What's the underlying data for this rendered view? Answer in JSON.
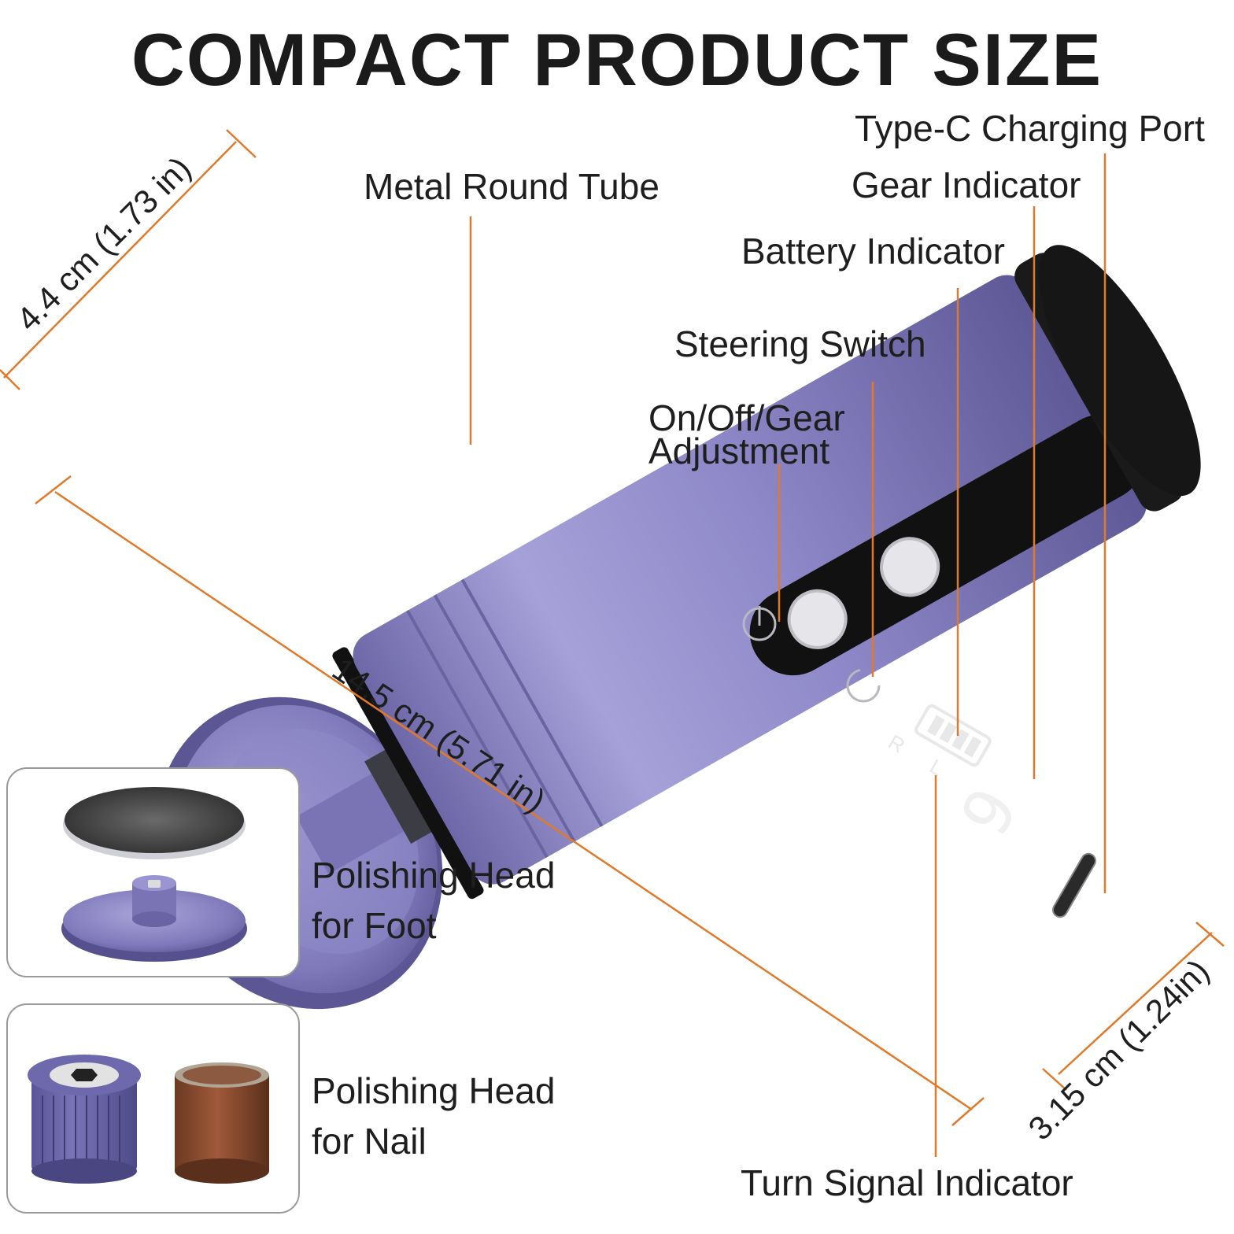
{
  "headline": "COMPACT PRODUCT SIZE",
  "callouts": {
    "metal_tube": "Metal Round Tube",
    "type_c_port": "Type-C Charging Port",
    "gear_indicator": "Gear Indicator",
    "battery_indicator": "Battery Indicator",
    "steering_switch": "Steering Switch",
    "power_line1": "On/Off/Gear",
    "power_line2": "Adjustment",
    "turn_signal": "Turn Signal Indicator"
  },
  "dimensions": {
    "diameter_head": "4.4 cm (1.73 in)",
    "length": "14.5 cm (5.71 in)",
    "diameter_body": "3.15 cm (1.24in)"
  },
  "accessories": {
    "foot_line1": "Polishing Head",
    "foot_line2": "for Foot",
    "nail_line1": "Polishing Head",
    "nail_line2": "for Nail"
  },
  "display": {
    "gear_digit": "9",
    "direction_r": "R",
    "direction_l": "L"
  },
  "colors": {
    "device_body": "#8a84c6",
    "accent_line": "#e07a2a",
    "panel_black": "#111111"
  }
}
